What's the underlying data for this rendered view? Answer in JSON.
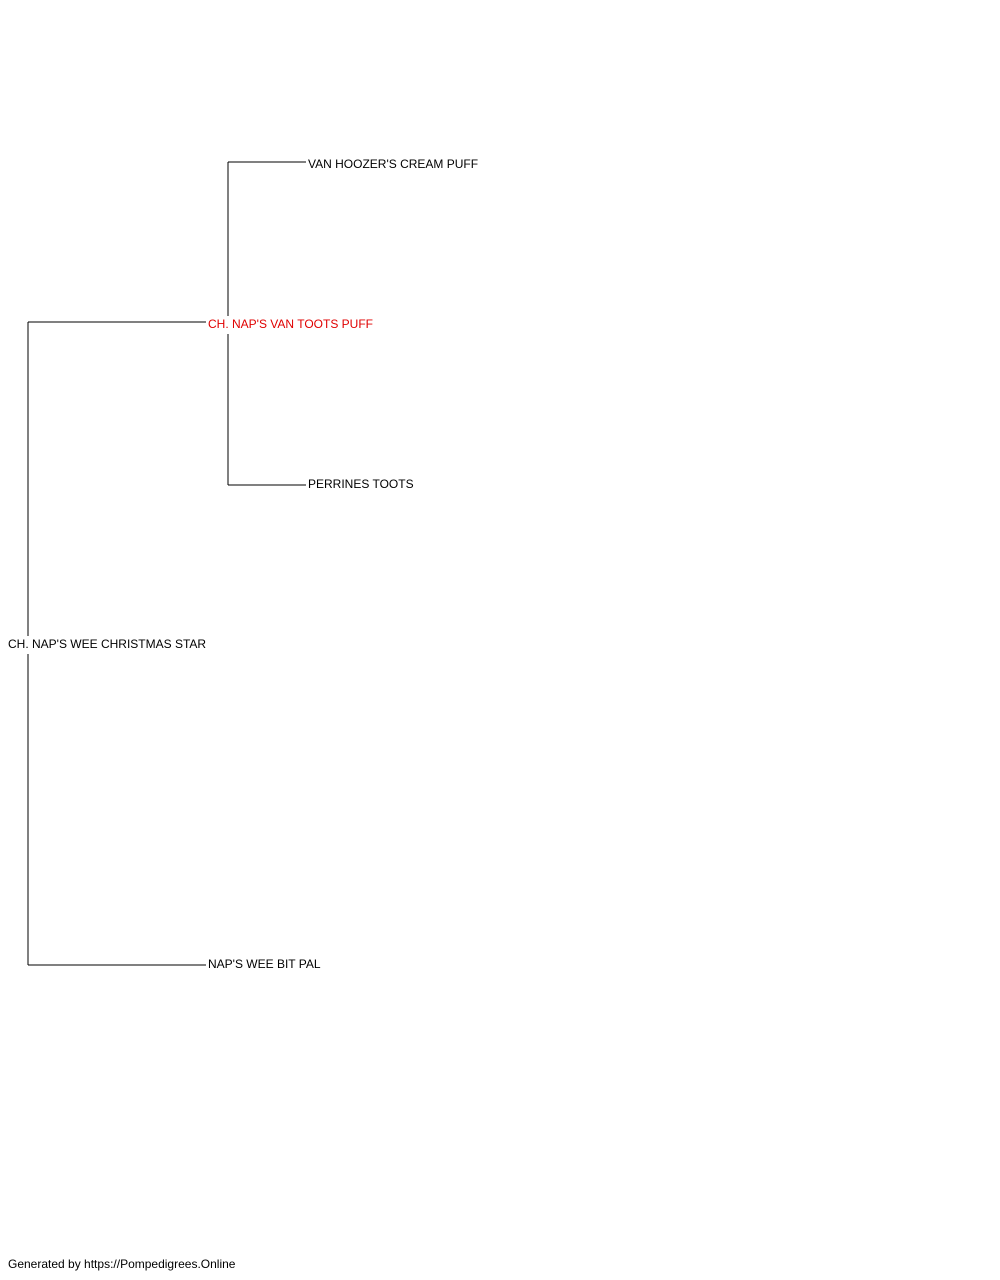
{
  "pedigree": {
    "subject": {
      "name": "CH. NAP'S WEE CHRISTMAS STAR"
    },
    "sire": {
      "name": "CH. NAP'S VAN TOOTS PUFF",
      "highlighted": true,
      "color": "#e00000"
    },
    "dam": {
      "name": "NAP'S WEE BIT PAL"
    },
    "sire_sire": {
      "name": "VAN HOOZER'S CREAM PUFF"
    },
    "sire_dam": {
      "name": "PERRINES TOOTS"
    }
  },
  "footer": {
    "text": "Generated by https://Pompedigrees.Online"
  }
}
